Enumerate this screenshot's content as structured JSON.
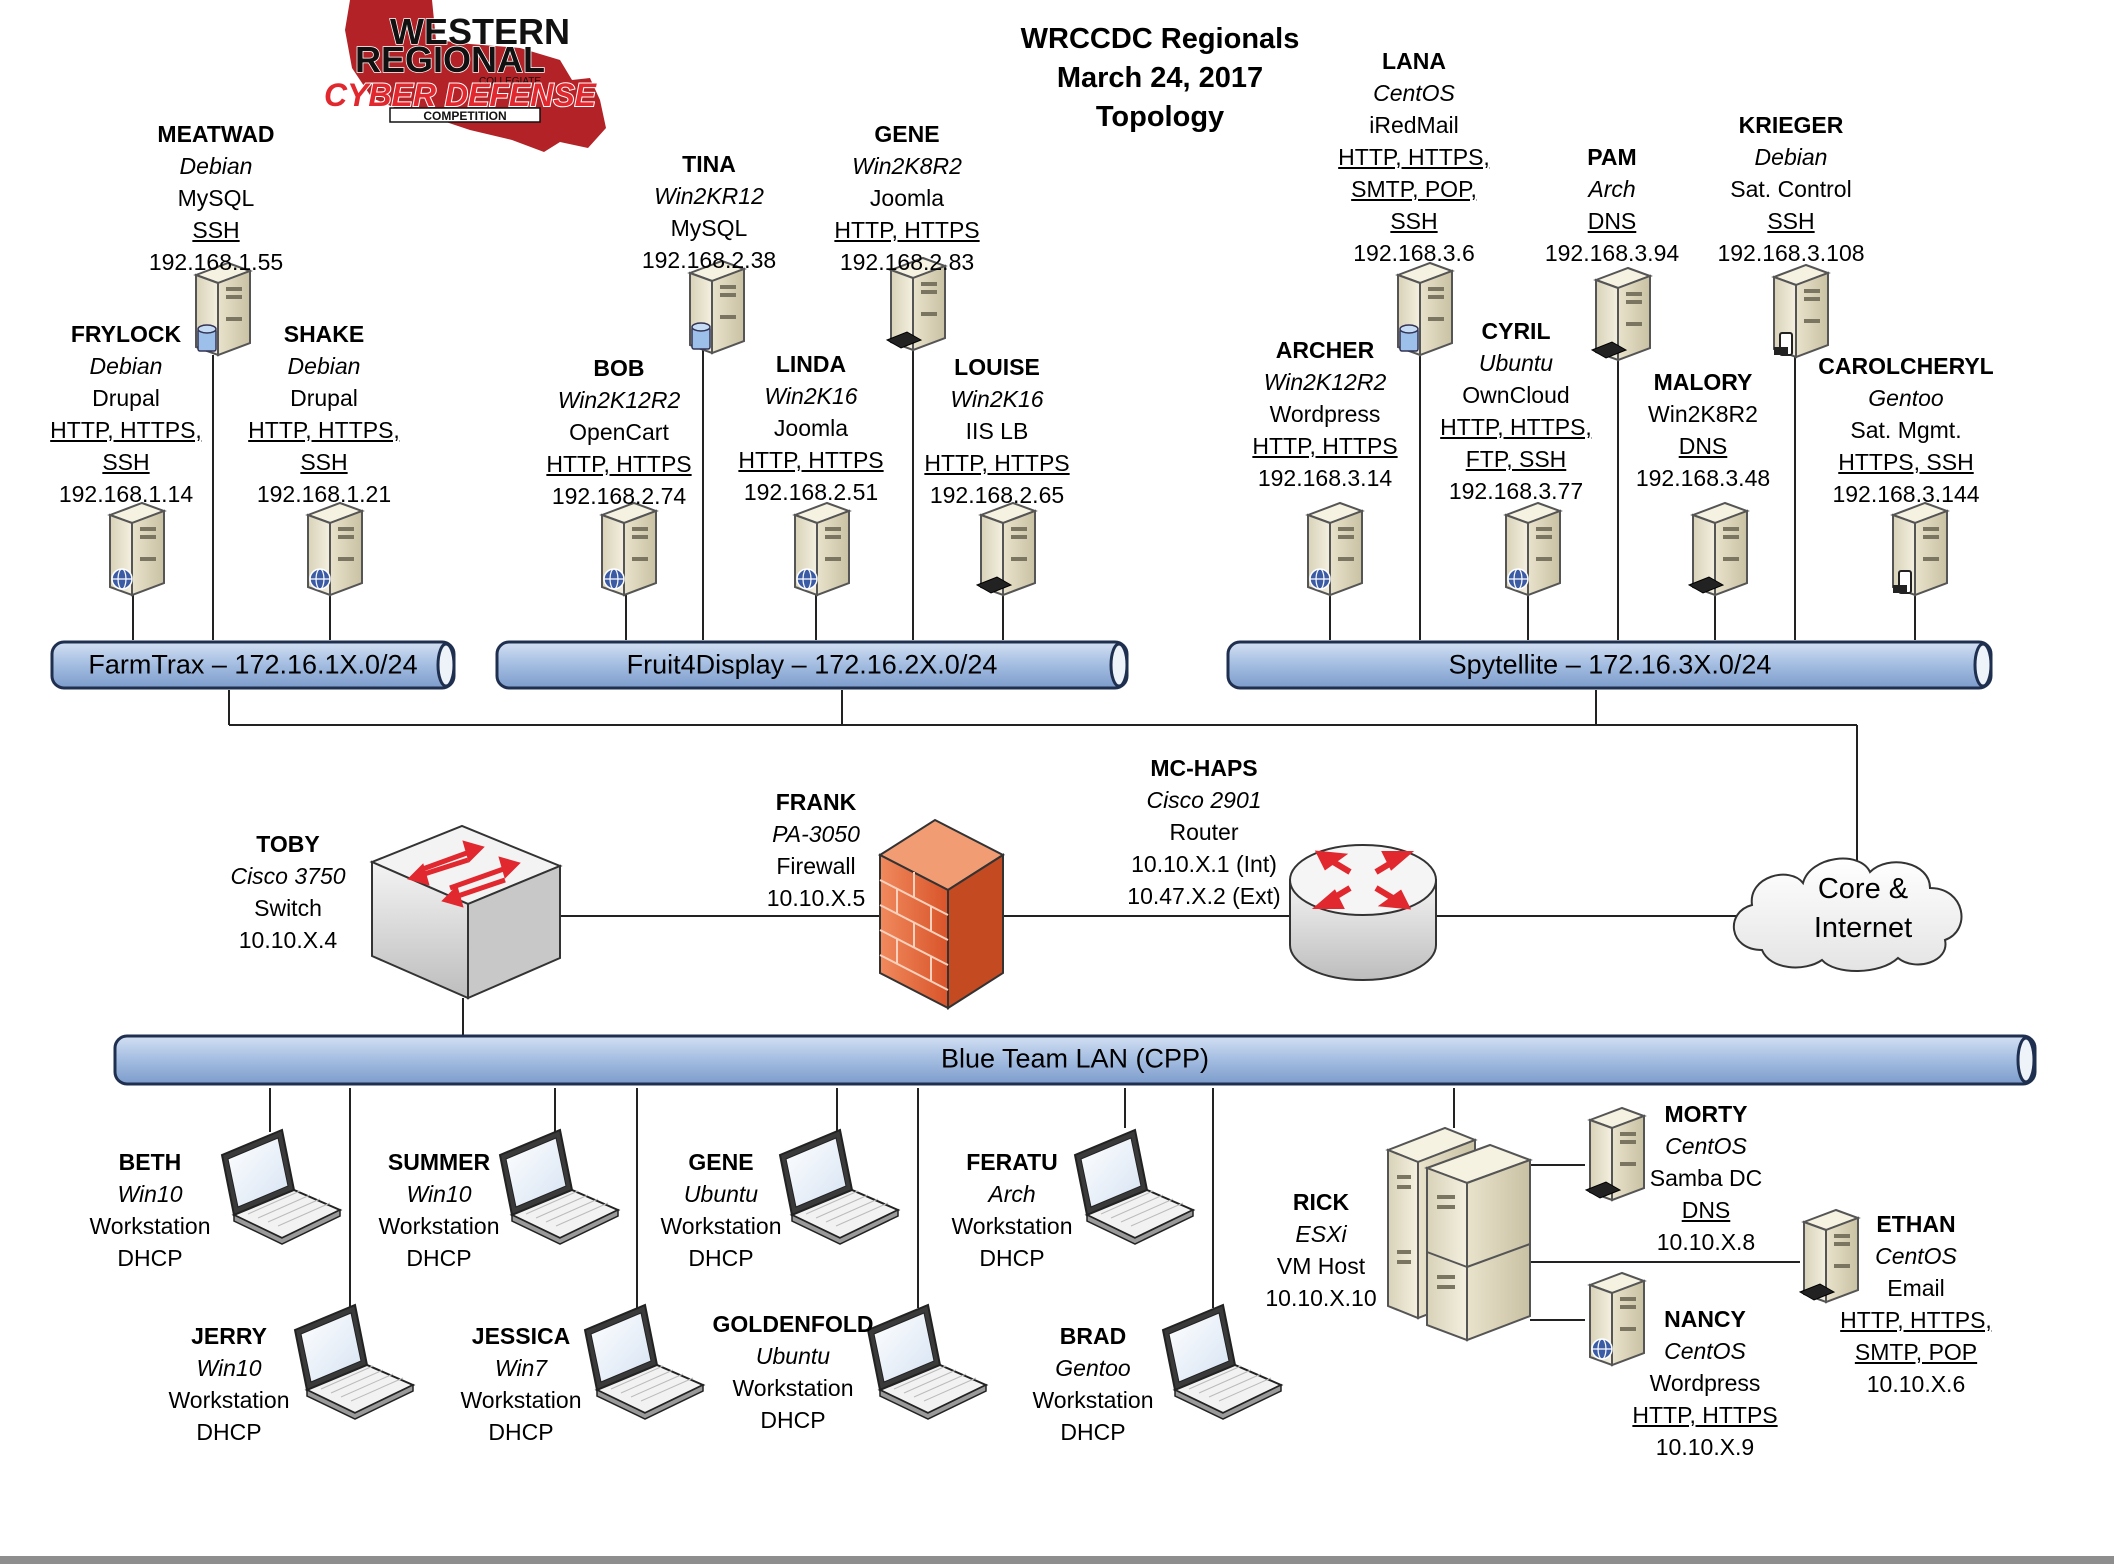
{
  "title": [
    "WRCCDC Regionals",
    "March 24, 2017",
    "Topology"
  ],
  "logo": {
    "lines": [
      "WESTERN",
      "REGIONAL",
      "COLLEGIATE",
      "CYBER DEFENSE",
      "COMPETITION"
    ],
    "colors": {
      "map": "#b22226",
      "text": "#1a1a1a",
      "accent": "#e0282e"
    }
  },
  "colors": {
    "bus_fill": "#a7c0e3",
    "bus_stroke": "#1f2f4f",
    "firewall": "#e8643a",
    "arrow": "#e0282e"
  },
  "buses": {
    "farmtrax": "FarmTrax – 172.16.1X.0/24",
    "fruit4display": "Fruit4Display – 172.16.2X.0/24",
    "spytellite": "Spytellite – 172.16.3X.0/24",
    "blue_team": "Blue Team LAN (CPP)"
  },
  "cloud": [
    "Core &",
    "Internet"
  ],
  "hosts": {
    "meatwad": [
      "MEATWAD",
      "Debian",
      "MySQL",
      "SSH",
      "192.168.1.55"
    ],
    "frylock": [
      "FRYLOCK",
      "Debian",
      "Drupal",
      "HTTP, HTTPS,",
      "SSH",
      "192.168.1.14"
    ],
    "shake": [
      "SHAKE",
      "Debian",
      "Drupal",
      "HTTP, HTTPS,",
      "SSH",
      "192.168.1.21"
    ],
    "tina": [
      "TINA",
      "Win2KR12",
      "MySQL",
      "192.168.2.38"
    ],
    "gene_srv": [
      "GENE",
      "Win2K8R2",
      "Joomla",
      "HTTP, HTTPS",
      "192.168.2.83"
    ],
    "bob": [
      "BOB",
      "Win2K12R2",
      "OpenCart",
      "HTTP, HTTPS",
      "192.168.2.74"
    ],
    "linda": [
      "LINDA",
      "Win2K16",
      "Joomla",
      "HTTP, HTTPS",
      "192.168.2.51"
    ],
    "louise": [
      "LOUISE",
      "Win2K16",
      "IIS LB",
      "HTTP, HTTPS",
      "192.168.2.65"
    ],
    "lana": [
      "LANA",
      "CentOS",
      "iRedMail",
      "HTTP, HTTPS,",
      "SMTP, POP,",
      "SSH",
      "192.168.3.6"
    ],
    "pam": [
      "PAM",
      "Arch",
      "DNS",
      "192.168.3.94"
    ],
    "krieger": [
      "KRIEGER",
      "Debian",
      "Sat. Control",
      "SSH",
      "192.168.3.108"
    ],
    "archer": [
      "ARCHER",
      "Win2K12R2",
      "Wordpress",
      "HTTP, HTTPS",
      "192.168.3.14"
    ],
    "cyril": [
      "CYRIL",
      "Ubuntu",
      "OwnCloud",
      "HTTP, HTTPS,",
      "FTP, SSH",
      "192.168.3.77"
    ],
    "malory": [
      "MALORY",
      "Win2K8R2",
      "DNS",
      "192.168.3.48"
    ],
    "carolcheryl": [
      "CAROLCHERYL",
      "Gentoo",
      "Sat. Mgmt.",
      "HTTPS, SSH",
      "192.168.3.144"
    ],
    "toby": [
      "TOBY",
      "Cisco 3750",
      "Switch",
      "10.10.X.4"
    ],
    "frank": [
      "FRANK",
      "PA-3050",
      "Firewall",
      "10.10.X.5"
    ],
    "mchaps": [
      "MC-HAPS",
      "Cisco 2901",
      "Router",
      "10.10.X.1 (Int)",
      "10.47.X.2 (Ext)"
    ],
    "beth": [
      "BETH",
      "Win10",
      "Workstation",
      "DHCP"
    ],
    "summer": [
      "SUMMER",
      "Win10",
      "Workstation",
      "DHCP"
    ],
    "gene_ws": [
      "GENE",
      "Ubuntu",
      "Workstation",
      "DHCP"
    ],
    "feratu": [
      "FERATU",
      "Arch",
      "Workstation",
      "DHCP"
    ],
    "jerry": [
      "JERRY",
      "Win10",
      "Workstation",
      "DHCP"
    ],
    "jessica": [
      "JESSICA",
      "Win7",
      "Workstation",
      "DHCP"
    ],
    "goldenfold": [
      "GOLDENFOLD",
      "Ubuntu",
      "Workstation",
      "DHCP"
    ],
    "brad": [
      "BRAD",
      "Gentoo",
      "Workstation",
      "DHCP"
    ],
    "rick": [
      "RICK",
      "ESXi",
      "VM Host",
      "10.10.X.10"
    ],
    "morty": [
      "MORTY",
      "CentOS",
      "Samba DC",
      "DNS",
      "10.10.X.8"
    ],
    "nancy": [
      "NANCY",
      "CentOS",
      "Wordpress",
      "HTTP, HTTPS",
      "10.10.X.9"
    ],
    "ethan": [
      "ETHAN",
      "CentOS",
      "Email",
      "HTTP, HTTPS,",
      "SMTP, POP",
      "10.10.X.6"
    ]
  }
}
